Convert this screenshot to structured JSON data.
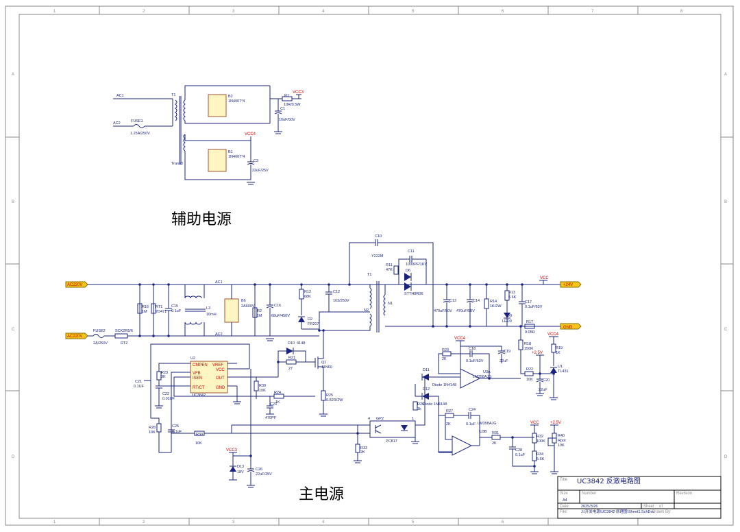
{
  "grid": {
    "columns": [
      "1",
      "2",
      "3",
      "4",
      "5",
      "6",
      "7",
      "8"
    ],
    "rows": [
      "A",
      "B",
      "C",
      "D"
    ]
  },
  "sections": {
    "aux_title": "辅助电源",
    "main_title": "主电源"
  },
  "ports": {
    "ac220_l": "AC220V",
    "ac220_n": "AC220V",
    "out_24v": "+24V",
    "out_gnd": "GND"
  },
  "labels": {
    "ac_l1": "AC1",
    "ac_l2": "AC2",
    "fuse1": "FUSE1",
    "fuse1_val": "1.25A/250V",
    "t_label": "T1",
    "trans": "Trans3",
    "b2": "B2",
    "b2_val": "1N4007*4",
    "b1": "B1",
    "b1_val": "1N4007*4",
    "r1": "R1",
    "r1_val": "10R/0.5W",
    "c1": "C1",
    "c1_val": "10uF/50V",
    "c3": "C3",
    "c3_val": "22uF/25V",
    "vcc3": "VCC3",
    "vcc4": "VCC4",
    "c10": "C10",
    "c10_val": "Y222M",
    "c11": "C11",
    "c11_val": "1000PF/1KV",
    "r11": "R11",
    "r11_val": "47K",
    "d6": "D6",
    "d6_val": "STTH8R06",
    "fuse2": "FUSE2",
    "fuse2_val": "2A/250V",
    "ntc": "SCK2R5/6",
    "ntc_val": "RT2",
    "r16": "R16",
    "r16_val": "1M",
    "rt1": "RT1",
    "rt1_val": "7D471",
    "c15": "C15",
    "c15_val": "0.1uF",
    "l3": "L3",
    "l3_val": "10mH",
    "b6": "B6",
    "b6_val": "2A600V",
    "r2": "R2",
    "r2_val": "1M",
    "c16": "C16",
    "c16_val": "68uF/450V",
    "r12": "R12",
    "r12_val": "68K",
    "c12": "C12",
    "c12_val": "103/250V",
    "d2": "D2",
    "d2_val": "FR207",
    "n1": "N1",
    "n2": "N2",
    "c13": "C13",
    "c13_val": "470uF/50V",
    "c14": "C14",
    "c14_val": "470uF/50V",
    "r14": "R14",
    "r14_val": "1K/2W",
    "r13": "R13",
    "r13_val": "5.6K",
    "d9": "D9",
    "d9_val": "LED0",
    "c17": "C17",
    "c17_val": "0.1uF/63V",
    "r17": "R17",
    "r17_val": "0.05R",
    "vcc": "VCC",
    "d10": "D10",
    "d10_val": "4148",
    "r21": "R21",
    "r21_val": "27",
    "q1": "Q1",
    "q1_val": "11N60",
    "u2": "U2",
    "u2_name": "UC3842",
    "pin_comp": "CMPEN",
    "pin_vref": "VREF",
    "pin_vfb": "VFB",
    "pin_vcc": "VCC",
    "pin_isen": "ISEN",
    "pin_out": "OUT",
    "pin_rtct": "RT/CT",
    "pin_gnd": "GND",
    "r23": "R23",
    "r23_val": "3K",
    "c21": "C21",
    "c21_val": "0.1UF",
    "c22": "C22",
    "c22_val": "0.01UF",
    "r39": "R39",
    "r39_val": "10K",
    "r24": "R24",
    "r24_val": "1K",
    "c23": "C23",
    "c23_val": "470PF",
    "r25": "R25",
    "r25_val": "0.82R/2W",
    "r28": "R28",
    "r28_val": "10K",
    "c25": "C25",
    "c25_val": "0.1uF",
    "r30": "R30",
    "r30_val": "10K",
    "d13": "D13",
    "d13_val": "18V",
    "c26": "C26",
    "c26_val": "22uF/25V",
    "gp2": "GP2",
    "pc817": "PC817",
    "r33": "R33",
    "r33_val": "2K",
    "r20": "R20",
    "r20_val": "2K",
    "c18": "C18",
    "c18_val": "0.1uF/63V",
    "c19": "C19",
    "c19_val": "22uF",
    "u3a": "U3A",
    "u3a_val": "LM358AJG",
    "d11": "D11",
    "d11_val": "Diode 1N4148",
    "d12": "D12",
    "d12_val": "Diode 1N4148",
    "r26": "R26",
    "r26_val": "1k",
    "r18": "R18",
    "r18_val": "150R",
    "r22": "R22",
    "r22_val": "10K",
    "c20": "C20",
    "c20_val": "22uF",
    "r19": "R19",
    "r19_val": "1K",
    "u1": "U1",
    "u1_val": "TL431",
    "v25": "+2.5V",
    "r27": "R27",
    "r27_val": "2K",
    "c24": "C24",
    "c24_val": "0.1uF",
    "u3b": "U3B",
    "u3b_val": "LM358AJG",
    "r31": "R31",
    "r31_val": "2K",
    "c28": "C28",
    "c28_val": "0.1uF",
    "r32": "R32",
    "r32_val": "100K",
    "r34": "R34",
    "r34_val": "5.6K",
    "r40": "R40",
    "r40_val": "10K",
    "r40_name": "Rpot"
  },
  "title_block": {
    "title_label": "Title",
    "title_value": "UC3842 反激电路图",
    "size_label": "Size",
    "size_value": "A4",
    "number_label": "Number",
    "revision_label": "Revision",
    "date_label": "Date:",
    "date_value": "2025/3/26",
    "sheet_label": "Sheet",
    "sheet_of": "of",
    "file_label": "File:",
    "file_value": "J:\\开关电源\\UC3842 原理图\\Sheet1.SchDoc",
    "drawn_label": "Drawn By:"
  },
  "colors": {
    "wire": "#1a237e",
    "refdes": "#cc0000",
    "ic_fill": "#fdf6c3",
    "port_fill": "#f5c518",
    "border": "#8a8a8a"
  }
}
